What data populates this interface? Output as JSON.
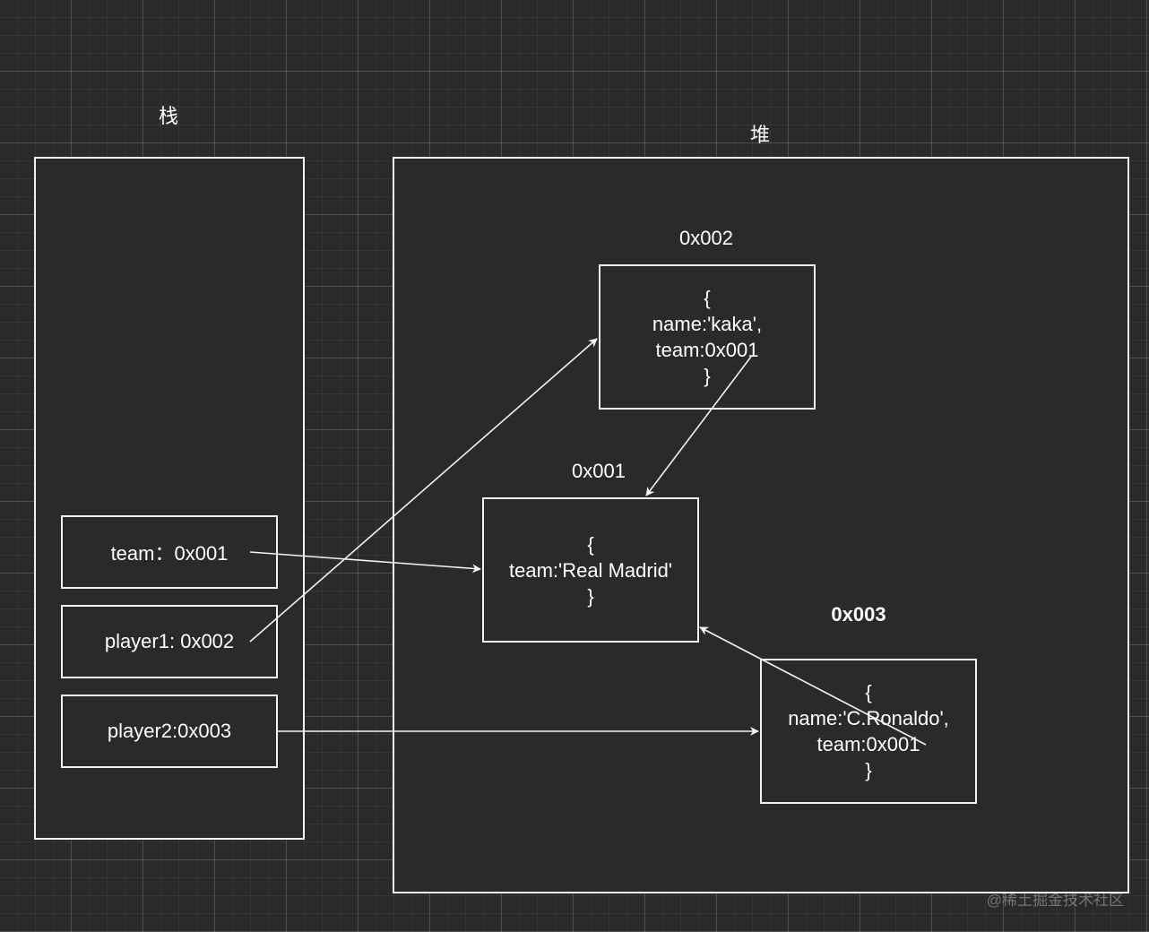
{
  "stack": {
    "title": "栈",
    "vars": [
      {
        "text": "team：0x001"
      },
      {
        "text": "player1: 0x002"
      },
      {
        "text": "player2:0x003"
      }
    ]
  },
  "heap": {
    "title": "堆",
    "objects": [
      {
        "addr": "0x002",
        "lines": [
          "{",
          "name:'kaka',",
          "team:0x001",
          "}"
        ]
      },
      {
        "addr": "0x001",
        "lines": [
          "{",
          "team:'Real Madrid'",
          "}"
        ]
      },
      {
        "addr": "0x003",
        "lines": [
          "{",
          "name:'C.Ronaldo',",
          "team:0x001",
          "}"
        ]
      }
    ]
  },
  "watermark": "@稀土掘金技术社区",
  "colors": {
    "background": "#2a2a2a",
    "stroke": "#f2f2f2",
    "text": "#ffffff"
  }
}
